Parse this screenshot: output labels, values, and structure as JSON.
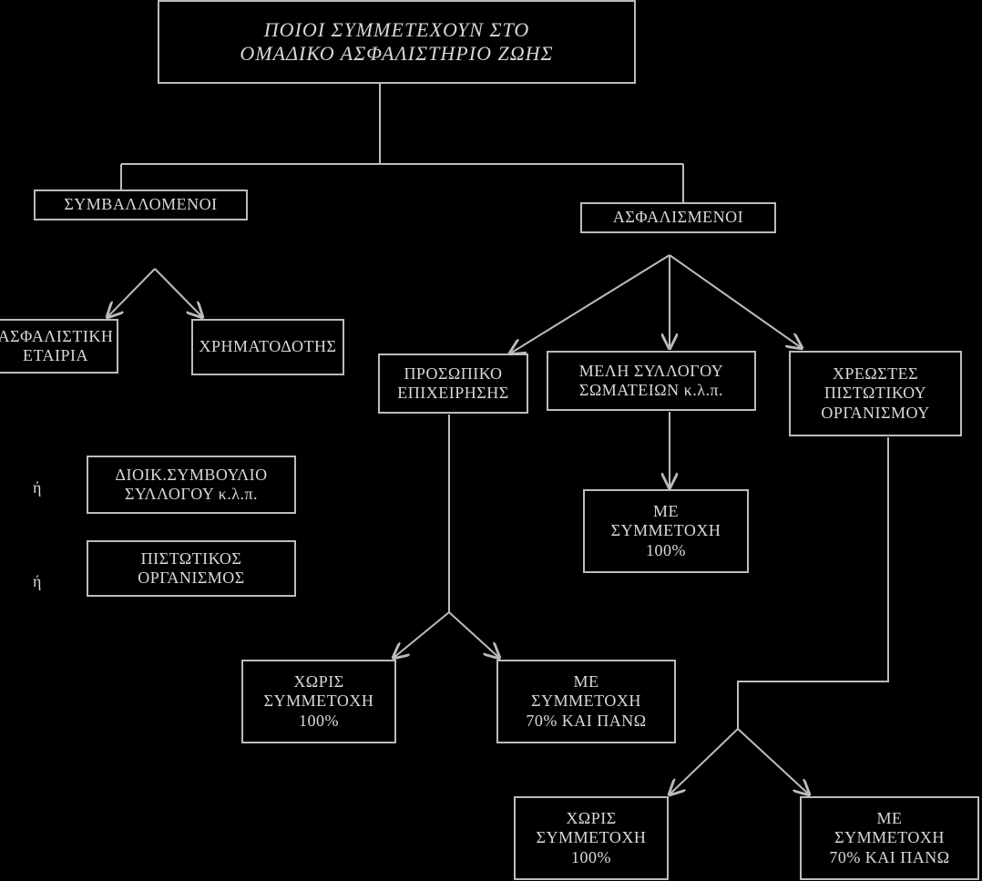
{
  "title": {
    "line1": "ΠΟΙΟΙ ΣΥΜΜΕΤΕΧΟΥΝ ΣΤΟ",
    "line2": "ΟΜΑΔΙΚΟ ΑΣΦΑΛΙΣΤΗΡΙΟ ΖΩΗΣ"
  },
  "contracting": {
    "label": "ΣΥΜΒΑΛΛΟΜΕΝΟΙ",
    "insurer": {
      "line1": "ΑΣΦΑΛΙΣΤΙΚΗ",
      "line2": "ΕΤΑΙΡΙΑ"
    },
    "financier": "ΧΡΗΜΑΤΟΔΟΤΗΣ",
    "or": "ή",
    "board": {
      "line1": "ΔΙΟΙΚ.ΣΥΜΒΟΥΛΙΟ",
      "line2": "ΣΥΛΛΟΓΟΥ κ.λ.π."
    },
    "credit_org": {
      "line1": "ΠΙΣΤΩΤΙΚΟΣ",
      "line2": "ΟΡΓΑΝΙΣΜΟΣ"
    }
  },
  "insured": {
    "label": "ΑΣΦΑΛΙΣΜΕΝΟΙ",
    "staff": {
      "line1": "ΠΡΟΣΩΠΙΚΟ",
      "line2": "ΕΠΙΧΕΙΡΗΣΗΣ"
    },
    "members": {
      "line1": "ΜΕΛΗ ΣΥΛΛΟΓΟΥ",
      "line2": "ΣΩΜΑΤΕΙΩΝ κ.λ.π."
    },
    "debtors": {
      "line1": "ΧΡΕΩΣΤΕΣ",
      "line2": "ΠΙΣΤΩΤΙΚΟΥ",
      "line3": "ΟΡΓΑΝΙΣΜΟΥ"
    }
  },
  "outcomes": {
    "with_100": {
      "line1": "ΜΕ",
      "line2": "ΣΥΜΜΕΤΟΧΗ",
      "line3": "100%"
    },
    "without_100": {
      "line1": "ΧΩΡΙΣ",
      "line2": "ΣΥΜΜΕΤΟΧΗ",
      "line3": "100%"
    },
    "with_70": {
      "line1": "ΜΕ",
      "line2": "ΣΥΜΜΕΤΟΧΗ",
      "line3": "70% ΚΑΙ ΠΑΝΩ"
    }
  },
  "colors": {
    "background": "#000000",
    "line": "#bcbcbc",
    "text": "#d9d9d9"
  }
}
